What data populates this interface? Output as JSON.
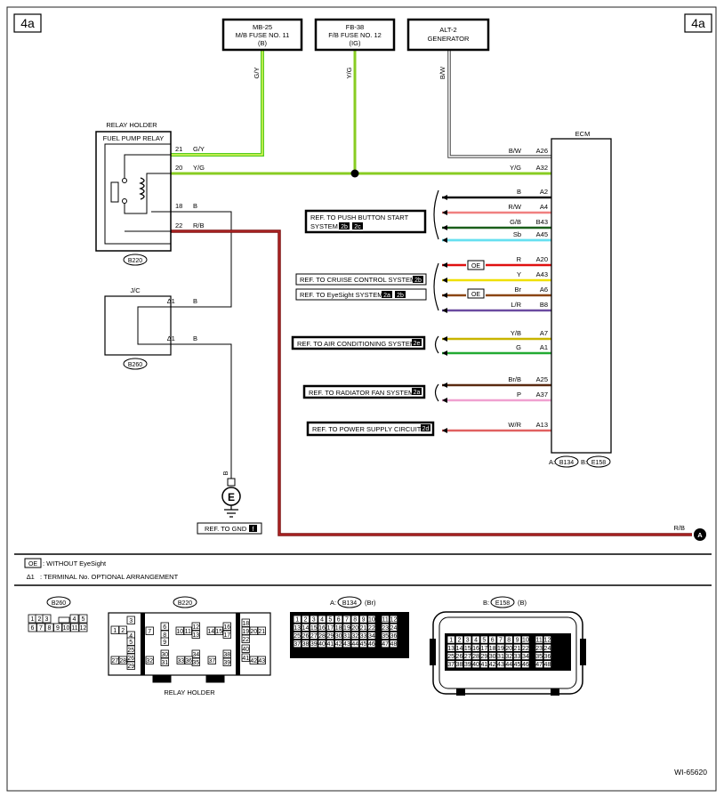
{
  "page_labels": {
    "left": "4a",
    "right": "4a",
    "figure_id": "WI-65620"
  },
  "fuses": [
    {
      "lines": [
        "MB-25",
        "M/B FUSE NO. 11",
        "(B)"
      ],
      "wire": "G/Y"
    },
    {
      "lines": [
        "FB-38",
        "F/B FUSE NO. 12",
        "(IG)"
      ],
      "wire": "Y/G"
    },
    {
      "lines": [
        "ALT-2",
        "GENERATOR"
      ],
      "wire": "B/W"
    }
  ],
  "relay": {
    "holder_label": "RELAY HOLDER",
    "name": "FUEL PUMP RELAY",
    "connector": "B220",
    "pins": [
      {
        "pin": "21",
        "wire": "G/Y"
      },
      {
        "pin": "20",
        "wire": "Y/G"
      },
      {
        "pin": "18",
        "wire": "B"
      },
      {
        "pin": "22",
        "wire": "R/B"
      }
    ]
  },
  "jc": {
    "label": "J/C",
    "connector": "B260",
    "pins": [
      {
        "pin": "∆1",
        "wire": "B"
      },
      {
        "pin": "∆1",
        "wire": "B"
      }
    ]
  },
  "ground": {
    "wire": "B",
    "symbol": "E",
    "ref": "REF. TO GND",
    "ref_tag": "f"
  },
  "ecm": {
    "label": "ECM",
    "connectors": [
      "B134",
      "E158"
    ],
    "connector_prefixes": [
      "A:",
      "B:"
    ],
    "pins": [
      {
        "wire": "B/W",
        "pin": "A26",
        "color": "#999999"
      },
      {
        "wire": "Y/G",
        "pin": "A32",
        "color": "#99cc33"
      },
      {
        "wire": "B",
        "pin": "A2",
        "color": "#111111"
      },
      {
        "wire": "R/W",
        "pin": "A4",
        "color": "#f08080"
      },
      {
        "wire": "G/B",
        "pin": "B43",
        "color": "#1a5f1a"
      },
      {
        "wire": "Sb",
        "pin": "A45",
        "color": "#66e0f0"
      },
      {
        "wire": "",
        "pin": "",
        "color": "#66e0f0"
      },
      {
        "wire": "R",
        "pin": "A20",
        "color": "#e01010"
      },
      {
        "wire": "Y",
        "pin": "A43",
        "color": "#f0e000"
      },
      {
        "wire": "Br",
        "pin": "A6",
        "color": "#8b4513"
      },
      {
        "wire": "L/R",
        "pin": "B8",
        "color": "#6a4aa0"
      },
      {
        "wire": "Y/B",
        "pin": "A7",
        "color": "#c8b400"
      },
      {
        "wire": "G",
        "pin": "A1",
        "color": "#22aa33"
      },
      {
        "wire": "Br/B",
        "pin": "A25",
        "color": "#5a2a10"
      },
      {
        "wire": "P",
        "pin": "A37",
        "color": "#f0a0d0"
      },
      {
        "wire": "W/R",
        "pin": "A13",
        "color": "#e06060"
      }
    ]
  },
  "refs": [
    {
      "text": "REF. TO PUSH BUTTON START",
      "text2": "SYSTEM",
      "tags": [
        "2b",
        "2c"
      ]
    },
    {
      "text": "REF. TO CRUISE CONTROL SYSTEM",
      "tags": [
        "2b"
      ]
    },
    {
      "text": "REF. TO EyeSight SYSTEM",
      "tags": [
        "2a",
        "2b"
      ]
    },
    {
      "text": "REF. TO AIR CONDITIONING SYSTEM",
      "tags": [
        "2e"
      ]
    },
    {
      "text": "REF. TO RADIATOR FAN SYSTEM",
      "tags": [
        "2a"
      ]
    },
    {
      "text": "REF. TO POWER SUPPLY CIRCUIT",
      "tags": [
        "2d"
      ]
    }
  ],
  "oe_tag": "OE",
  "output": {
    "wire": "R/B",
    "connector": "A"
  },
  "legend": [
    {
      "key": "OE",
      "text": ": WITHOUT EyeSight"
    },
    {
      "key": "∆1",
      "text": ": TERMINAL No. OPTIONAL ARRANGEMENT"
    }
  ],
  "connector_views": {
    "b260": {
      "name": "B260",
      "row1": [
        "1",
        "2",
        "3",
        "",
        "4",
        "5"
      ],
      "row2": [
        "6",
        "7",
        "8",
        "9",
        "10",
        "11",
        "12"
      ]
    },
    "b220": {
      "name": "B220",
      "caption": "RELAY HOLDER",
      "cells": [
        "3",
        "6",
        "8",
        "7",
        "9",
        "10",
        "11",
        "12",
        "13",
        "14",
        "15",
        "16",
        "17",
        "18",
        "19",
        "20",
        "21",
        "22",
        "25",
        "26",
        "27",
        "28",
        "29",
        "30",
        "31",
        "32",
        "33",
        "34",
        "35",
        "36",
        "37",
        "38",
        "39",
        "40",
        "41",
        "42",
        "43",
        "1",
        "2",
        "4",
        "5"
      ]
    },
    "b134": {
      "prefix": "A:",
      "name": "B134",
      "color_note": "(Br)"
    },
    "e158": {
      "prefix": "B:",
      "name": "E158",
      "color_note": "(B)"
    },
    "grid_rows": [
      [
        "1",
        "2",
        "3",
        "4",
        "5",
        "6",
        "7",
        "8",
        "9",
        "10",
        "11",
        "12"
      ],
      [
        "13",
        "14",
        "15",
        "16",
        "17",
        "18",
        "19",
        "20",
        "21",
        "22",
        "23",
        "24"
      ],
      [
        "25",
        "26",
        "27",
        "28",
        "29",
        "30",
        "31",
        "32",
        "33",
        "34",
        "35",
        "36"
      ],
      [
        "37",
        "38",
        "39",
        "40",
        "41",
        "42",
        "43",
        "44",
        "45",
        "46",
        "47",
        "48"
      ]
    ]
  },
  "colors": {
    "green": "#55cc22",
    "yellow_green": "#99cc33",
    "dark_red": "#7a1010"
  }
}
